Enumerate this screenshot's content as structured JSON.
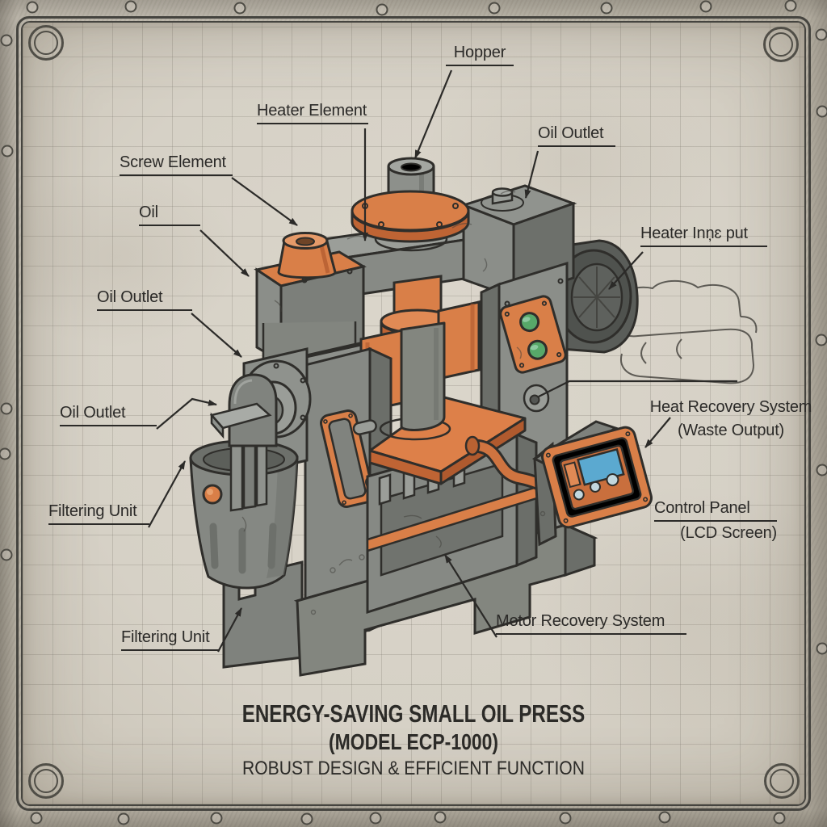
{
  "title": {
    "line1": "ENERGY-SAVING SMALL OIL PRESS",
    "line2": "(MODEL ECP-1000)",
    "line3": "ROBUST DESIGN & EFFICIENT FUNCTION"
  },
  "labels": {
    "hopper": "Hopper",
    "heater_element": "Heater Element",
    "screw_element": "Screw Element",
    "oil": "Oil",
    "oil_outlet_upper_left": "Oil Outlet",
    "oil_outlet_lower_left": "Oil Outlet",
    "oil_outlet_top_right": "Oil Outlet",
    "heater_input": "Heater Inņɛ put",
    "heat_recovery_line1": "Heat Recovery System",
    "heat_recovery_line2": "(Waste Output)",
    "control_panel_line1": "Control Panel",
    "control_panel_line2": "(LCD Screen)",
    "filtering_unit_left": "Filtering Unit",
    "filtering_unit_bottom": "Filtering Unit",
    "motor_recovery": "Motor Recovery System"
  },
  "colors": {
    "accent_orange": "#d97f48",
    "machine_gray": "#8a8d88",
    "button_green": "#57a869",
    "lcd_blue": "#5ba9d0",
    "paper": "#d6d1c6",
    "ink": "#2b2a28"
  }
}
